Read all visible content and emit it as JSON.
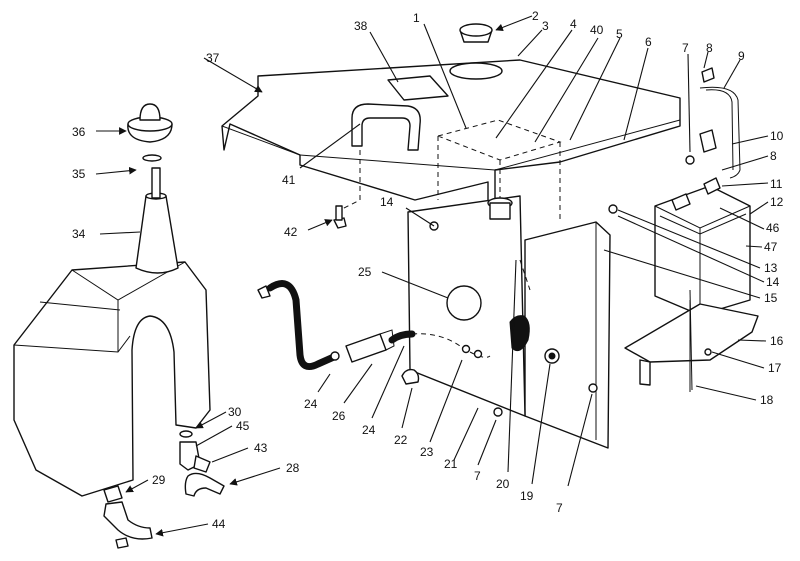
{
  "colors": {
    "ink": "#111111",
    "paper": "#ffffff"
  },
  "callouts": [
    {
      "id": "c1",
      "label": "1"
    },
    {
      "id": "c2",
      "label": "2"
    },
    {
      "id": "c3",
      "label": "3"
    },
    {
      "id": "c4",
      "label": "4"
    },
    {
      "id": "c40",
      "label": "40"
    },
    {
      "id": "c5",
      "label": "5"
    },
    {
      "id": "c6",
      "label": "6"
    },
    {
      "id": "c7a",
      "label": "7"
    },
    {
      "id": "c8a",
      "label": "8"
    },
    {
      "id": "c9",
      "label": "9"
    },
    {
      "id": "c37",
      "label": "37"
    },
    {
      "id": "c38",
      "label": "38"
    },
    {
      "id": "c10",
      "label": "10"
    },
    {
      "id": "c8b",
      "label": "8"
    },
    {
      "id": "c11",
      "label": "11"
    },
    {
      "id": "c12",
      "label": "12"
    },
    {
      "id": "c36",
      "label": "36"
    },
    {
      "id": "c46",
      "label": "46"
    },
    {
      "id": "c47",
      "label": "47"
    },
    {
      "id": "c35",
      "label": "35"
    },
    {
      "id": "c41",
      "label": "41"
    },
    {
      "id": "c14a",
      "label": "14"
    },
    {
      "id": "c42",
      "label": "42"
    },
    {
      "id": "c34",
      "label": "34"
    },
    {
      "id": "c13",
      "label": "13"
    },
    {
      "id": "c14b",
      "label": "14"
    },
    {
      "id": "c25",
      "label": "25"
    },
    {
      "id": "c15",
      "label": "15"
    },
    {
      "id": "c16",
      "label": "16"
    },
    {
      "id": "c17",
      "label": "17"
    },
    {
      "id": "c18",
      "label": "18"
    },
    {
      "id": "c24a",
      "label": "24"
    },
    {
      "id": "c26",
      "label": "26"
    },
    {
      "id": "c24b",
      "label": "24"
    },
    {
      "id": "c22",
      "label": "22"
    },
    {
      "id": "c23",
      "label": "23"
    },
    {
      "id": "c21",
      "label": "21"
    },
    {
      "id": "c7b",
      "label": "7"
    },
    {
      "id": "c20",
      "label": "20"
    },
    {
      "id": "c19",
      "label": "19"
    },
    {
      "id": "c7c",
      "label": "7"
    },
    {
      "id": "c30",
      "label": "30"
    },
    {
      "id": "c45",
      "label": "45"
    },
    {
      "id": "c43",
      "label": "43"
    },
    {
      "id": "c28",
      "label": "28"
    },
    {
      "id": "c29",
      "label": "29"
    },
    {
      "id": "c44",
      "label": "44"
    }
  ]
}
